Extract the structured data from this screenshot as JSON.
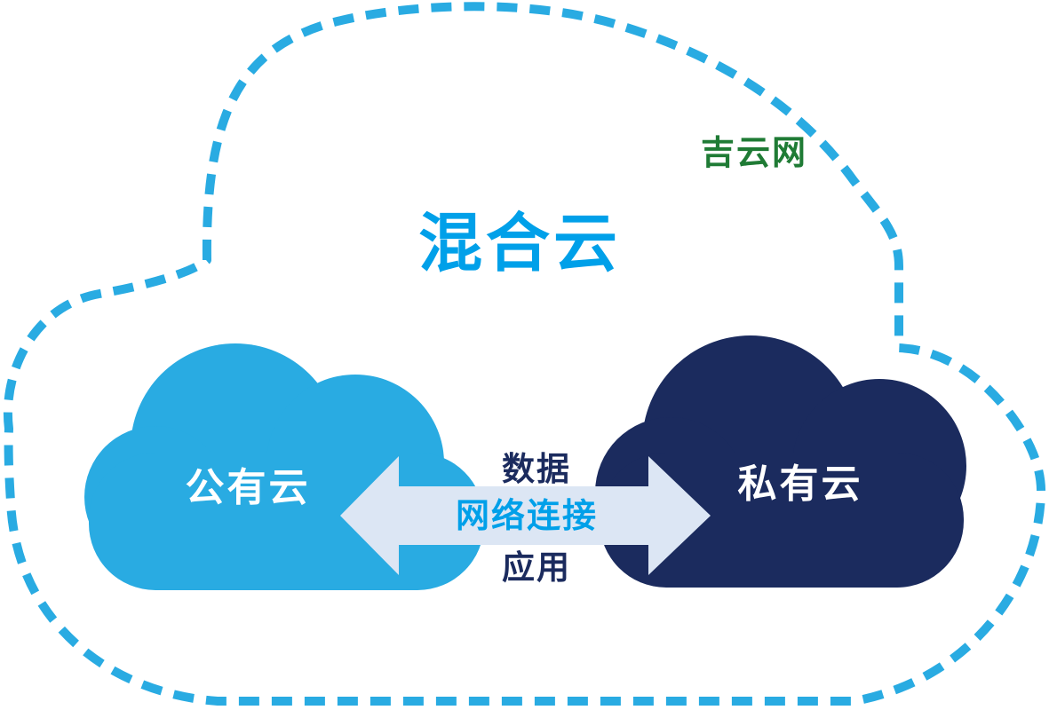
{
  "diagram": {
    "title": "混合云",
    "title_color": "#00A0E9",
    "brand": "吉云网",
    "brand_color": "#1F7B35",
    "outline_color": "#29ABE2",
    "background_color": "#FFFFFF",
    "nodes": [
      {
        "id": "public-cloud",
        "label": "公有云",
        "color": "#29ABE2",
        "text_color": "#FFFFFF"
      },
      {
        "id": "private-cloud",
        "label": "私有云",
        "color": "#1B2B5E",
        "text_color": "#FFFFFF"
      }
    ],
    "connection": {
      "label": "网络连接",
      "top_label": "数据",
      "bottom_label": "应用",
      "arrow_color": "#DCE6F4",
      "label_color": "#00A0E9",
      "sub_label_color": "#1B2B5E",
      "direction": "bidirectional"
    }
  }
}
